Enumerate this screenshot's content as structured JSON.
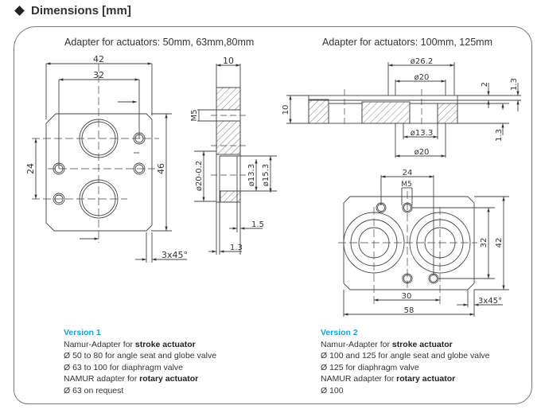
{
  "header": {
    "title": "Dimensions [mm]",
    "bullet_icon": "diamond-icon"
  },
  "left_drawing": {
    "title": "Adapter for actuators: 50mm, 63mm,80mm",
    "dims": {
      "width_outer": "42",
      "width_holes": "32",
      "height_holes": "24",
      "height_outer": "46",
      "chamfer": "3x45°",
      "thickness": "10",
      "thread": "M5",
      "bore": "ø20-0.2",
      "inner_d1": "ø13.3",
      "inner_d2": "ø15.3",
      "step1": "1.5",
      "step2": "1.3"
    }
  },
  "right_drawing": {
    "title": "Adapter for actuators: 100mm, 125mm",
    "dims": {
      "d_outer": "ø26.2",
      "d_top": "ø20",
      "d_inner": "ø13.3",
      "d_bottom": "ø20",
      "thickness": "10",
      "step_top": "2",
      "step_right": "1.3",
      "step_lower": "1.3",
      "hole_spacing": "24",
      "thread": "M5",
      "height_holes": "32",
      "height_outer": "42",
      "center_spacing": "30",
      "width_outer": "58",
      "chamfer": "3x45°"
    }
  },
  "versions": [
    {
      "title": "Version 1",
      "lines": [
        {
          "text": "Namur-Adapter for ",
          "bold": "stroke actuator"
        },
        {
          "text": "Ø 50 to 80 for angle seat and globe valve",
          "bold": ""
        },
        {
          "text": "Ø 63 to 100 for diaphragm valve",
          "bold": ""
        },
        {
          "text": "NAMUR adapter for ",
          "bold": "rotary actuator"
        },
        {
          "text": "Ø  63 on request",
          "bold": ""
        }
      ]
    },
    {
      "title": "Version 2",
      "lines": [
        {
          "text": "Namur-Adapter for ",
          "bold": "stroke actuator"
        },
        {
          "text": "Ø 100 and 125 for angle seat and globe valve",
          "bold": ""
        },
        {
          "text": "Ø 125 for diaphragm valve",
          "bold": ""
        },
        {
          "text": "NAMUR adapter for ",
          "bold": "rotary actuator"
        },
        {
          "text": "Ø 100",
          "bold": ""
        }
      ]
    }
  ],
  "colors": {
    "version_title": "#1aa0d8",
    "line": "#444444",
    "frame": "#777777"
  }
}
